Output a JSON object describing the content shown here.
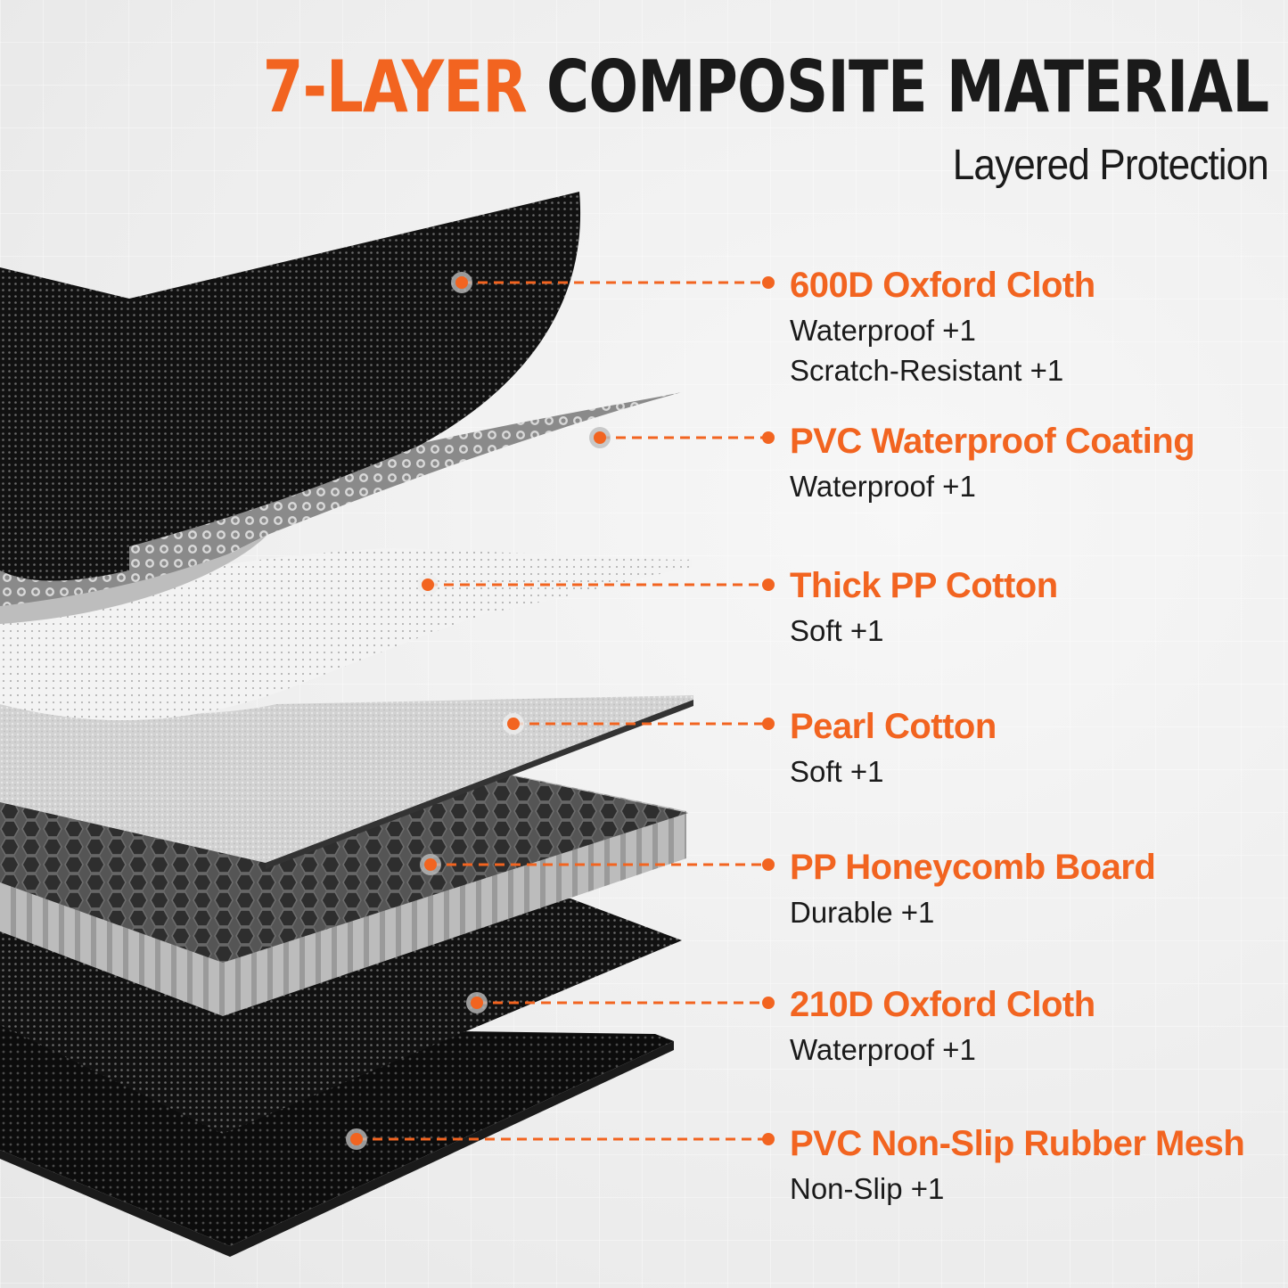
{
  "header": {
    "title_accent": "7-LAYER",
    "title_main": "COMPOSITE MATERIAL",
    "subtitle": "Layered Protection"
  },
  "colors": {
    "accent": "#f26420",
    "text": "#1a1a1a",
    "background": "#ececec"
  },
  "layers": [
    {
      "name": "600D Oxford Cloth",
      "features": [
        "Waterproof +1",
        "Scratch-Resistant +1"
      ]
    },
    {
      "name": "PVC Waterproof Coating",
      "features": [
        "Waterproof +1"
      ]
    },
    {
      "name": "Thick PP Cotton",
      "features": [
        "Soft +1"
      ]
    },
    {
      "name": "Pearl Cotton",
      "features": [
        "Soft +1"
      ]
    },
    {
      "name": "PP Honeycomb Board",
      "features": [
        "Durable +1"
      ]
    },
    {
      "name": "210D Oxford Cloth",
      "features": [
        "Waterproof +1"
      ]
    },
    {
      "name": "PVC Non-Slip Rubber Mesh",
      "features": [
        "Non-Slip +1"
      ]
    }
  ]
}
